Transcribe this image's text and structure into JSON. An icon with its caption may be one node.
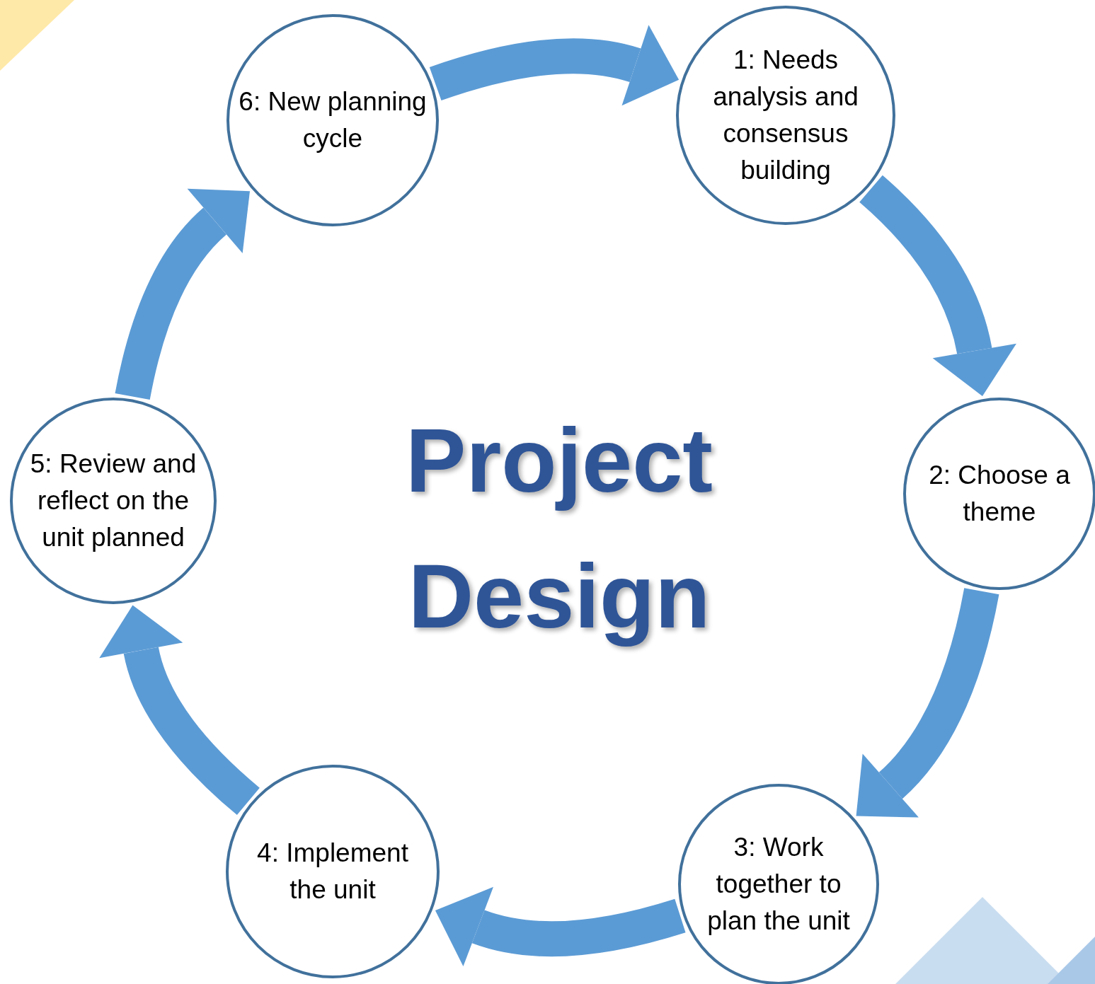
{
  "diagram": {
    "title": "Project Design",
    "nodes": [
      {
        "text": [
          "1: Needs analysis and consensus building"
        ]
      },
      {
        "text": [
          "2: Choose a theme"
        ]
      },
      {
        "text": [
          "3: Work together to plan the unit"
        ]
      },
      {
        "text": [
          "4: Implement the unit"
        ]
      },
      {
        "text": [
          "5: Review and reflect on the unit planned"
        ]
      },
      {
        "text": [
          "6: New planning cycle"
        ]
      }
    ],
    "edges": [
      {
        "from": 5,
        "to": 0,
        "arrow": "to"
      },
      {
        "from": 0,
        "to": 1,
        "arrow": "to"
      },
      {
        "from": 1,
        "to": 2,
        "arrow": "to"
      },
      {
        "from": 2,
        "to": 3,
        "arrow": "to"
      },
      {
        "from": 3,
        "to": 4,
        "arrow": "to"
      },
      {
        "from": 4,
        "to": 5,
        "arrow": "to"
      }
    ]
  }
}
